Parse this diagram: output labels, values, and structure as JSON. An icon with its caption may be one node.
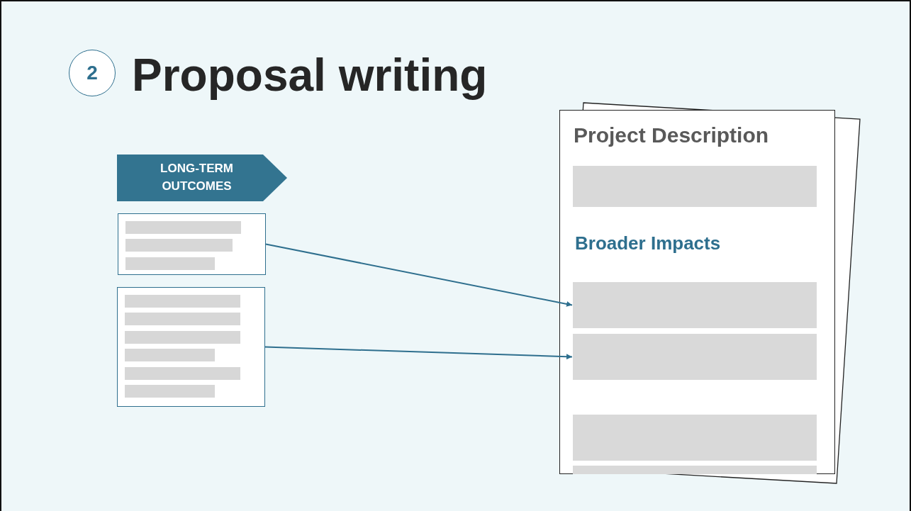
{
  "diagram": {
    "title": "Proposal writing",
    "nodes": [
      {
        "text": [
          "2"
        ]
      },
      {
        "text": [
          "LONG-TERM OUTCOMES"
        ]
      },
      {
        "text": [],
        "shape": "box"
      },
      {
        "text": [],
        "shape": "box"
      },
      {
        "text": [
          "Project Description",
          "Broader Impacts"
        ]
      },
      {
        "text": [],
        "shape": "bar",
        "in": 4
      },
      {
        "text": [],
        "shape": "bar",
        "in": 4
      },
      {
        "text": [],
        "shape": "bar",
        "in": 4
      },
      {
        "text": [],
        "shape": "bar",
        "in": 4
      },
      {
        "text": [],
        "shape": "bar",
        "in": 4
      }
    ],
    "edges": [
      {
        "from": 2,
        "to": 6,
        "arrow": "to"
      },
      {
        "from": 3,
        "to": 7,
        "arrow": "to"
      }
    ]
  }
}
